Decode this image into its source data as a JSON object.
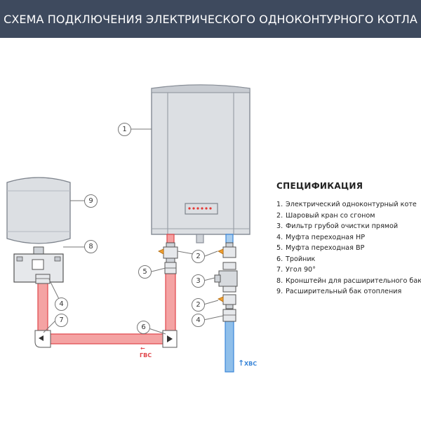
{
  "header": {
    "title": "СХЕМА ПОДКЛЮЧЕНИЯ ЭЛЕКТРИЧЕСКОГО ОДНОКОНТУРНОГО КОТЛА"
  },
  "specification": {
    "title": "СПЕЦИФИКАЦИЯ",
    "items": [
      {
        "number": "1.",
        "text": "Электрический одноконтурный коте"
      },
      {
        "number": "2.",
        "text": "Шаровый кран со сгоном"
      },
      {
        "number": "3.",
        "text": "Фильтр грубой очистки прямой"
      },
      {
        "number": "4.",
        "text": "Муфта переходная НР"
      },
      {
        "number": "5.",
        "text": "Муфта переходная ВР"
      },
      {
        "number": "6.",
        "text": "Тройник"
      },
      {
        "number": "7.",
        "text": "Угол 90°"
      },
      {
        "number": "8.",
        "text": "Кронштейн для расширительного бака"
      },
      {
        "number": "9.",
        "text": "Расширительный бак отопления"
      }
    ]
  },
  "callouts": {
    "boiler": "1",
    "valve_top": "2",
    "filter": "3",
    "valve_bottom": "2",
    "coupling_right": "4",
    "coupling_left": "5",
    "tee": "6",
    "elbow": "7",
    "bracket": "8",
    "tank": "9",
    "coupling_tank": "4"
  },
  "flows": {
    "hot_label": "ГВС",
    "hot_arrow": "←",
    "cold_label": "ХВС",
    "cold_arrow": "↑"
  },
  "colors": {
    "header_bg": "#3e4a5e",
    "hot_pipe": "#f08080",
    "hot_outline": "#e0454a",
    "cold_pipe": "#7fb6e8",
    "cold_outline": "#3a86d8",
    "boiler_body": "#dcdfe3"
  }
}
